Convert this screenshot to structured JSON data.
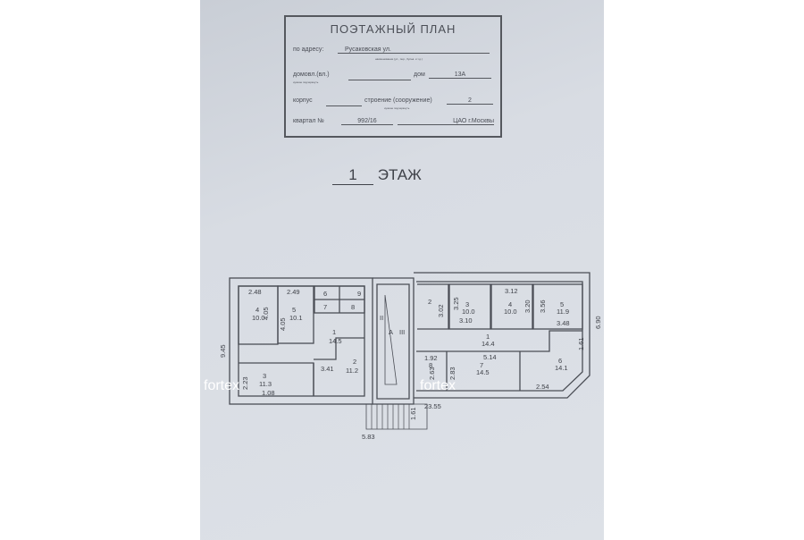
{
  "stamp": {
    "title": "ПОЭТАЖНЫЙ ПЛАН",
    "address_label": "по адресу:",
    "address_value": "Русаковская ул.",
    "address_hint": "наименование (ул., пер., бульв. и т.д.)",
    "domovl_label": "домовл.(вл.)",
    "domovl_hint": "нужное подчеркнуть",
    "dom_label": "дом",
    "dom_value": "13А",
    "korpus_label": "корпус",
    "stroenie_label": "строение (сооружение)",
    "stroenie_value": "2",
    "stroenie_hint": "нужное подчеркнуть",
    "kvartal_label": "квартал №",
    "kvartal_value": "992/16",
    "district": "ЦАО г.Москвы"
  },
  "floor": {
    "number": "1",
    "label": "ЭТАЖ"
  },
  "plan": {
    "left": {
      "r4_top": "2.48",
      "r5_top": "2.49",
      "r4": "4",
      "r4_area": "10.0",
      "r4_side": "4.05",
      "r5": "5",
      "r5_area": "10.1",
      "r5_side": "4.05",
      "r6": "6",
      "r7": "7",
      "r8": "8",
      "r9": "9",
      "r1": "1",
      "r1_area": "14.5",
      "r2": "2",
      "r2_area": "11.2",
      "r2_side": "3.41",
      "r3": "3",
      "r3_area": "11.3",
      "r3_side": "2.23",
      "r3_bottom": "1.08",
      "height": "9.45",
      "stair_width": "5.83"
    },
    "stair": {
      "label_a": "А",
      "label_ii": "II",
      "label_iii": "III",
      "dim": "1.61"
    },
    "right": {
      "r2": "2",
      "r2_side": "3.02",
      "r3": "3",
      "r3_area": "10.0",
      "r3_side": "3.25",
      "r3_bottom": "3.10",
      "r4": "4",
      "r4_area": "10.0",
      "r4_top": "3.12",
      "r4_side": "3.20",
      "r5": "5",
      "r5_area": "11.9",
      "r5_side": "3.56",
      "r5_bottom": "3.48",
      "r1": "1",
      "r1_area": "14.4",
      "r8": "8",
      "r8_top": "1.92",
      "r8_side": "2.63",
      "r7": "7",
      "r7_area": "14.5",
      "r7_top": "5.14",
      "r7_side": "2.83",
      "r6": "6",
      "r6_area": "14.1",
      "r6_side": "1.61",
      "r6_bottom": "2.54",
      "height": "6.90",
      "length": "23.55"
    }
  },
  "watermark": "fortex"
}
